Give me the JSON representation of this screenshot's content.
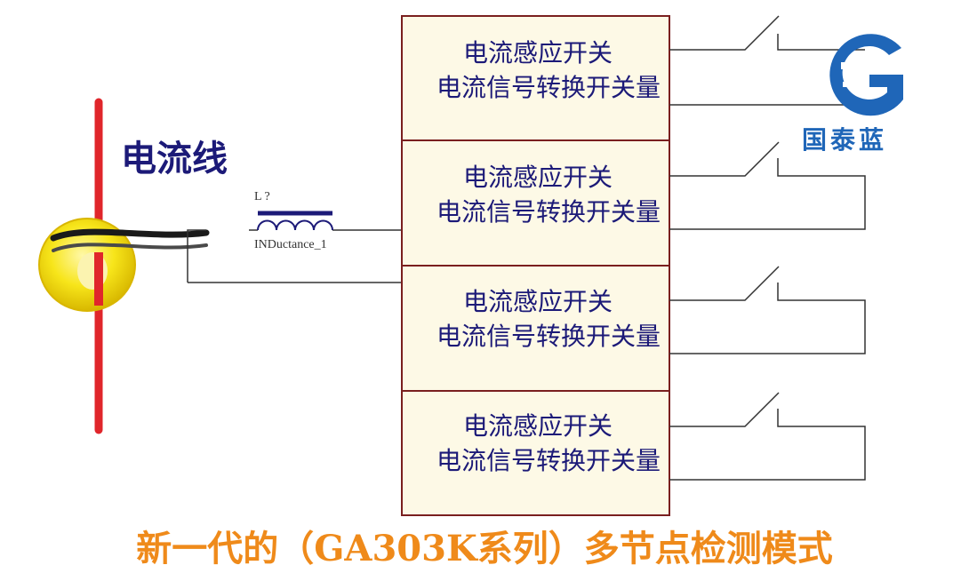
{
  "wire_label": "电流线",
  "inductor": {
    "reference": "L ?",
    "name": "INDuctance_1"
  },
  "switch_boxes": [
    {
      "line1": "电流感应开关",
      "line2": "电流信号转换开关量"
    },
    {
      "line1": "电流感应开关",
      "line2": "电流信号转换开关量"
    },
    {
      "line1": "电流感应开关",
      "line2": "电流信号转换开关量"
    },
    {
      "line1": "电流感应开关",
      "line2": "电流信号转换开关量"
    }
  ],
  "brand": {
    "name": "国泰蓝",
    "logo_icon": "gtl-logo-icon"
  },
  "footer_title": "新一代的（GA303K系列）多节点检测模式",
  "colors": {
    "text_dark": "#1c1a78",
    "box_fill": "#fdf9e6",
    "box_border": "#7a1f1f",
    "current_wire": "#e0262b",
    "core_yellow": "#f7e51a",
    "brand_blue": "#1f66b8",
    "title_orange": "#ef8a1a"
  }
}
